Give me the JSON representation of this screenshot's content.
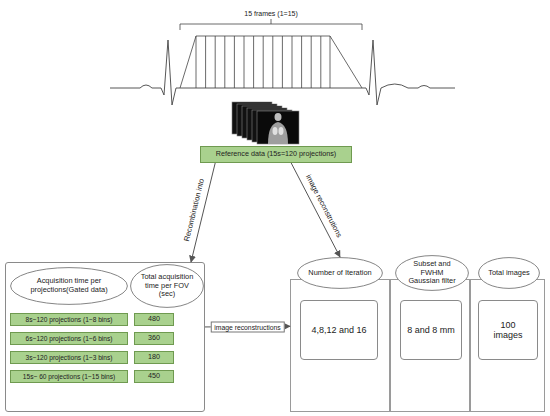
{
  "diagram": {
    "nodes": [
      {
        "text": [
          "Reference data (15s=120 projections)"
        ]
      },
      {
        "text": []
      },
      {
        "text": [
          "Acquisition time per projections(Gated data)"
        ],
        "in": 1
      },
      {
        "text": [
          "Total acquisition time per FOV (sec)"
        ],
        "in": 1
      },
      {
        "text": [
          "8s~120 projections (1~8 bins)"
        ],
        "in": 1
      },
      {
        "text": [
          "480"
        ],
        "in": 1
      },
      {
        "text": [
          "6s~120 projections (1~6 bins)"
        ],
        "in": 1
      },
      {
        "text": [
          "360"
        ],
        "in": 1
      },
      {
        "text": [
          "3s~120 projections (1~3 bins)"
        ],
        "in": 1
      },
      {
        "text": [
          "180"
        ],
        "in": 1
      },
      {
        "text": [
          "15s~ 60 projections (1~15 bins)"
        ],
        "in": 1
      },
      {
        "text": [
          "450"
        ],
        "in": 1
      },
      {
        "text": [
          "Number of Iteration"
        ]
      },
      {
        "text": []
      },
      {
        "text": [
          "4,8,12 and 16"
        ],
        "in": 13
      },
      {
        "text": [
          "Subset and FWHM Gaussian filter"
        ]
      },
      {
        "text": []
      },
      {
        "text": [
          "8 and 8 mm"
        ],
        "in": 16
      },
      {
        "text": [
          "Total images"
        ]
      },
      {
        "text": []
      },
      {
        "text": [
          "100 images"
        ],
        "in": 19
      }
    ],
    "edges": [
      {
        "from": 0,
        "to": 1,
        "label": "Recombination into",
        "arrow": "to"
      },
      {
        "from": 0,
        "to": 12,
        "label": "image reconstrutions",
        "arrow": "to"
      },
      {
        "from": 1,
        "to": 13,
        "label": "image reconstructions",
        "arrow": "to"
      }
    ],
    "labels": [
      "15 frames (1=15)"
    ]
  }
}
